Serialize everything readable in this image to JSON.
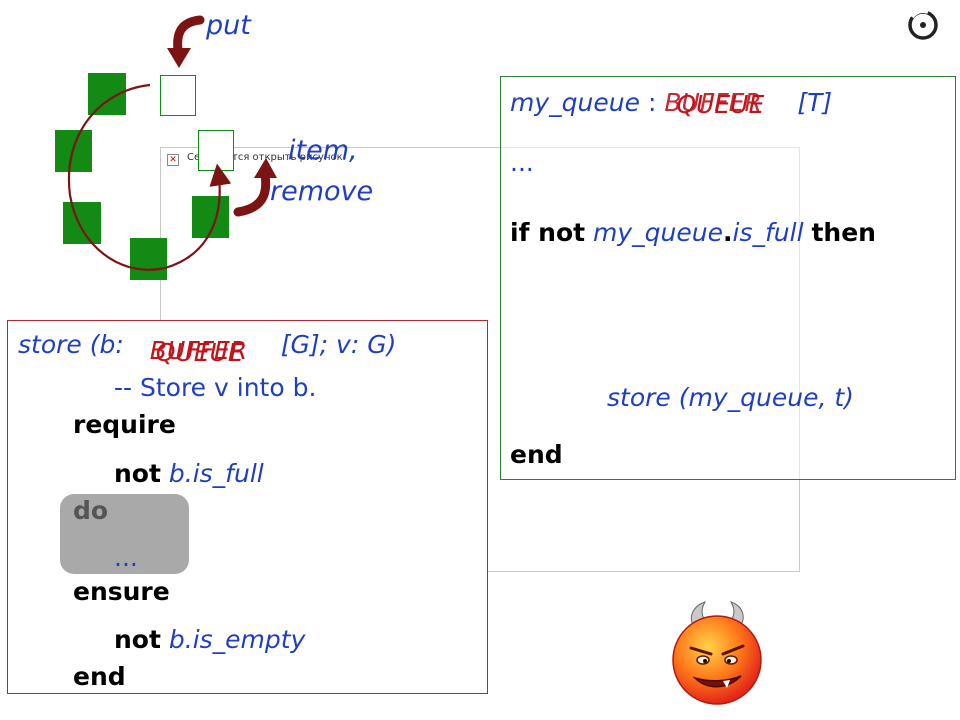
{
  "labels": {
    "put": "put",
    "item": "item,",
    "remove": "remove"
  },
  "broken_image": {
    "icon": "✕",
    "caption": "Се... дается открыть рисунок."
  },
  "client": {
    "line1_var": "my_queue",
    "line1_colon": ":",
    "line1_type_overlay": "QUEUE",
    "line1_type_under": "BUFFER",
    "line1_generic": "[T]",
    "line2": "...",
    "if": "if not",
    "cond_obj": "my_queue",
    "cond_dot": ".",
    "cond_feature": "is_full",
    "then": "then",
    "call_name": "store",
    "call_args": "(my_queue, t)",
    "end": "end"
  },
  "supplier": {
    "sig_name": "store",
    "sig_open": "(b:",
    "sig_type_overlay": "QUEUE",
    "sig_type_under": "BUFFER",
    "sig_rest": "[G]; v: G)",
    "comment": "-- Store v into b.",
    "require": "require",
    "pre_not": "not",
    "pre_expr": "b.is_full",
    "do": "do",
    "ellipsis": "...",
    "ensure": "ensure",
    "post_not": "not",
    "post_expr": "b.is_empty",
    "end": "end"
  },
  "icons": [
    "eiffel-logo-icon",
    "devil-face-icon",
    "put-arrow-icon",
    "remove-arrow-icon",
    "circular-queue-arrow-icon"
  ],
  "colors": {
    "keyword": "#000000",
    "identifier": "#1f3fbf",
    "type_highlight": "#c0141c",
    "queue_cell": "#138a13",
    "arrow": "#7d1414"
  }
}
